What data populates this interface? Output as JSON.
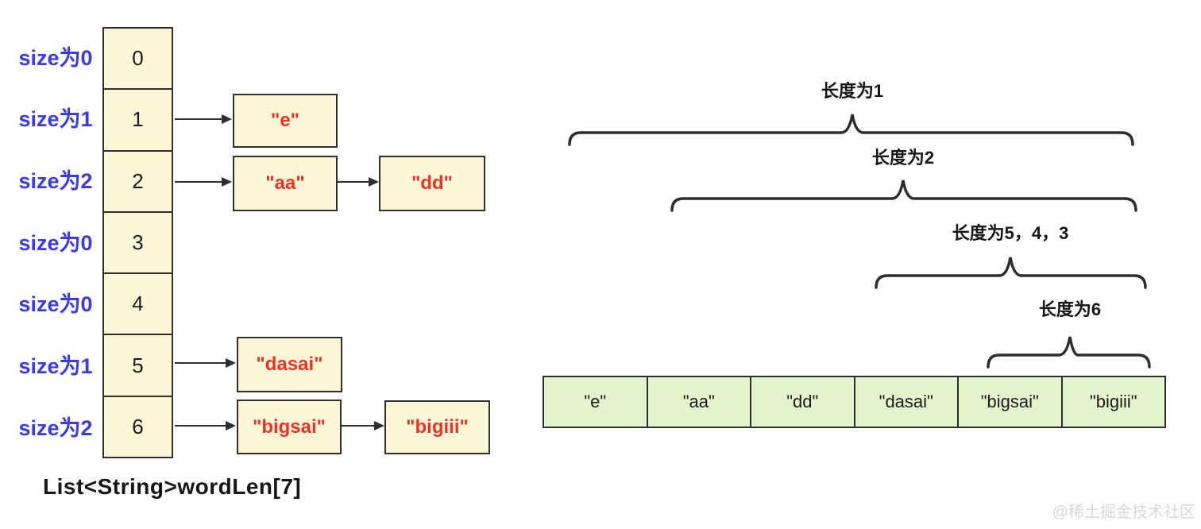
{
  "left_diagram": {
    "row_labels": [
      "size为0",
      "size为1",
      "size为2",
      "size为0",
      "size为0",
      "size为1",
      "size为2"
    ],
    "array_cells": [
      "0",
      "1",
      "2",
      "3",
      "4",
      "5",
      "6"
    ],
    "nodes": [
      "\"e\"",
      "\"aa\"",
      "\"dd\"",
      "\"dasai\"",
      "\"bigsai\"",
      "\"bigiii\""
    ],
    "caption": "List<String>wordLen[7]"
  },
  "right_diagram": {
    "brace_labels": [
      "长度为1",
      "长度为2",
      "长度为5，4，3",
      "长度为6"
    ],
    "result_cells": [
      "\"e\"",
      "\"aa\"",
      "\"dd\"",
      "\"dasai\"",
      "\"bigsai\"",
      "\"bigiii\""
    ]
  },
  "watermark": "@稀土掘金技术社区",
  "colors": {
    "node-fill": "#fcf8d7",
    "result-fill": "#e4f4cc",
    "stroke": "#2e2e2e",
    "label-blue": "#3a3ae8",
    "node-red": "#ee3124",
    "text-black": "#1a1a1a",
    "watermark-gray": "#d8d8d8"
  }
}
